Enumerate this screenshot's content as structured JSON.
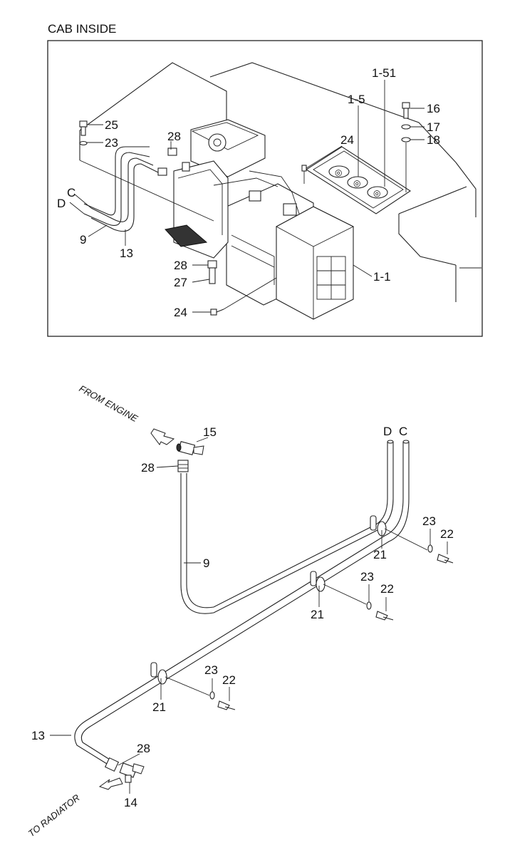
{
  "title": "CAB INSIDE",
  "notes": {
    "from_engine": "FROM ENGINE",
    "to_radiator": "TO RADIATOR"
  },
  "callouts": {
    "top_25": "25",
    "top_23": "23",
    "top_28": "28",
    "top_c": "C",
    "top_d": "D",
    "top_9": "9",
    "top_13": "13",
    "top_28b": "28",
    "top_27": "27",
    "top_24b": "24",
    "top_1_1": "1-1",
    "top_24a": "24",
    "top_1_5": "1-5",
    "top_1_51": "1-51",
    "top_16": "16",
    "top_17": "17",
    "top_18": "18",
    "bot_15": "15",
    "bot_28a": "28",
    "bot_9": "9",
    "bot_d": "D",
    "bot_c": "C",
    "bot_23a": "23",
    "bot_22a": "22",
    "bot_21a": "21",
    "bot_23b": "23",
    "bot_22b": "22",
    "bot_21b": "21",
    "bot_23c": "23",
    "bot_22c": "22",
    "bot_21c": "21",
    "bot_13": "13",
    "bot_28b": "28",
    "bot_14": "14"
  },
  "button_glyphs": [
    "◎",
    "◎",
    "◎"
  ]
}
